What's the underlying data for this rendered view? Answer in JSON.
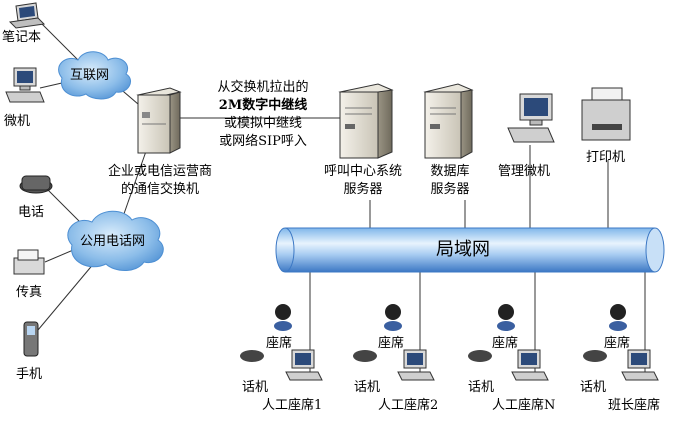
{
  "devices": {
    "laptop": "笔记本",
    "pc": "微机",
    "phone": "电话",
    "fax": "传真",
    "mobile": "手机",
    "printer": "打印机",
    "admin_pc": "管理微机"
  },
  "clouds": {
    "internet": "互联网",
    "pstn": "公用电话网"
  },
  "switch": {
    "label_line1": "企业或电信运营商",
    "label_line2": "的通信交换机"
  },
  "trunk_note": {
    "line1": "从交换机拉出的",
    "line2": "2M数字中继线",
    "line3": "或模拟中继线",
    "line4": "或网络SIP呼入"
  },
  "servers": {
    "call_center_line1": "呼叫中心系统",
    "call_center_line2": "服务器",
    "database_line1": "数据库",
    "database_line2": "服务器"
  },
  "lan": {
    "label": "局域网"
  },
  "agents": [
    {
      "seat": "座席",
      "phone": "话机",
      "name": "人工座席1"
    },
    {
      "seat": "座席",
      "phone": "话机",
      "name": "人工座席2"
    },
    {
      "seat": "座席",
      "phone": "话机",
      "name": "人工座席N"
    },
    {
      "seat": "座席",
      "phone": "话机",
      "name": "班长座席"
    }
  ]
}
